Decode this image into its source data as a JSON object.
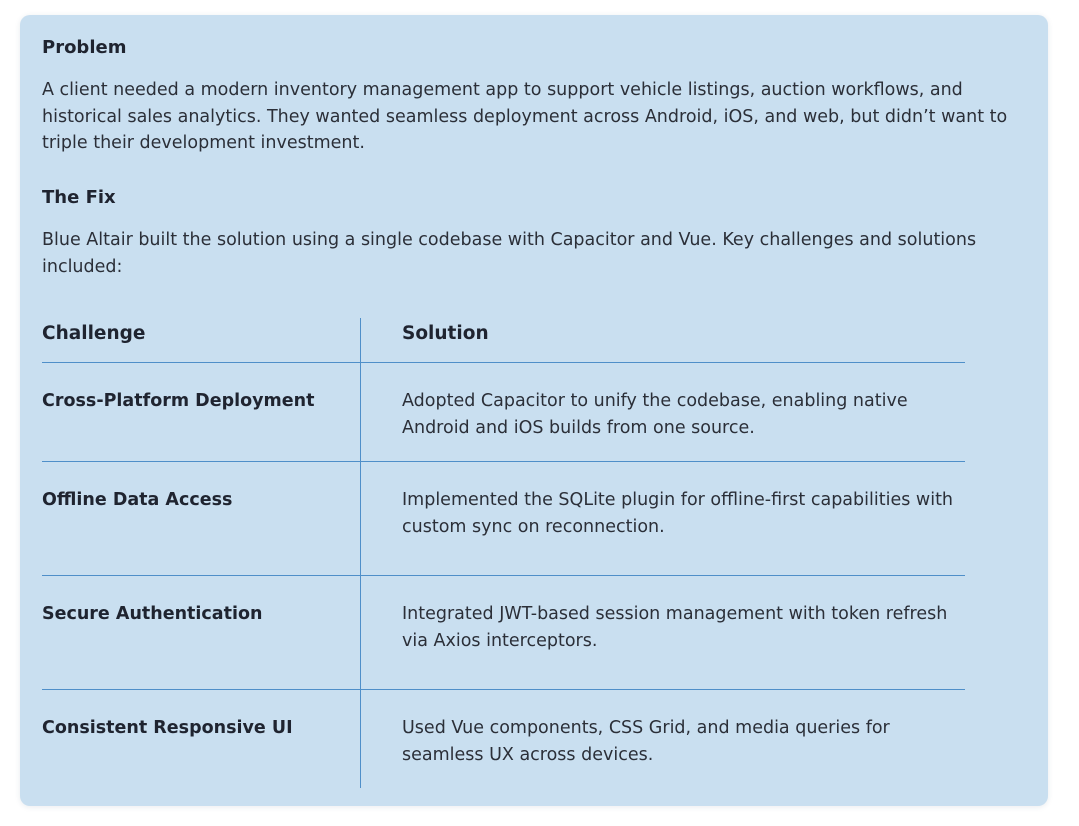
{
  "problem": {
    "heading": "Problem",
    "body": "A client needed a modern inventory management app to support vehicle listings, auction workflows, and historical sales analytics. They wanted seamless deployment across Android, iOS, and web, but didn’t want to triple their development investment."
  },
  "fix": {
    "heading": "The Fix",
    "body": "Blue Altair built the solution using a single codebase with Capacitor and Vue. Key challenges and solutions included:"
  },
  "table": {
    "headers": {
      "challenge": "Challenge",
      "solution": "Solution"
    },
    "rows": [
      {
        "challenge": "Cross-Platform Deployment",
        "solution": "Adopted Capacitor to unify the codebase, enabling native Android and iOS builds from one source."
      },
      {
        "challenge": "Offline Data Access",
        "solution": "Implemented the SQLite plugin for offline-first capabilities with custom sync on reconnection."
      },
      {
        "challenge": "Secure Authentication",
        "solution": "Integrated JWT-based session management with token refresh via Axios interceptors."
      },
      {
        "challenge": "Consistent Responsive UI",
        "solution": "Used Vue components, CSS Grid, and media queries for seamless UX across devices."
      }
    ]
  },
  "colors": {
    "card_background": "#c9dff0",
    "divider": "#4f8fc9",
    "text": "#1f2430"
  }
}
